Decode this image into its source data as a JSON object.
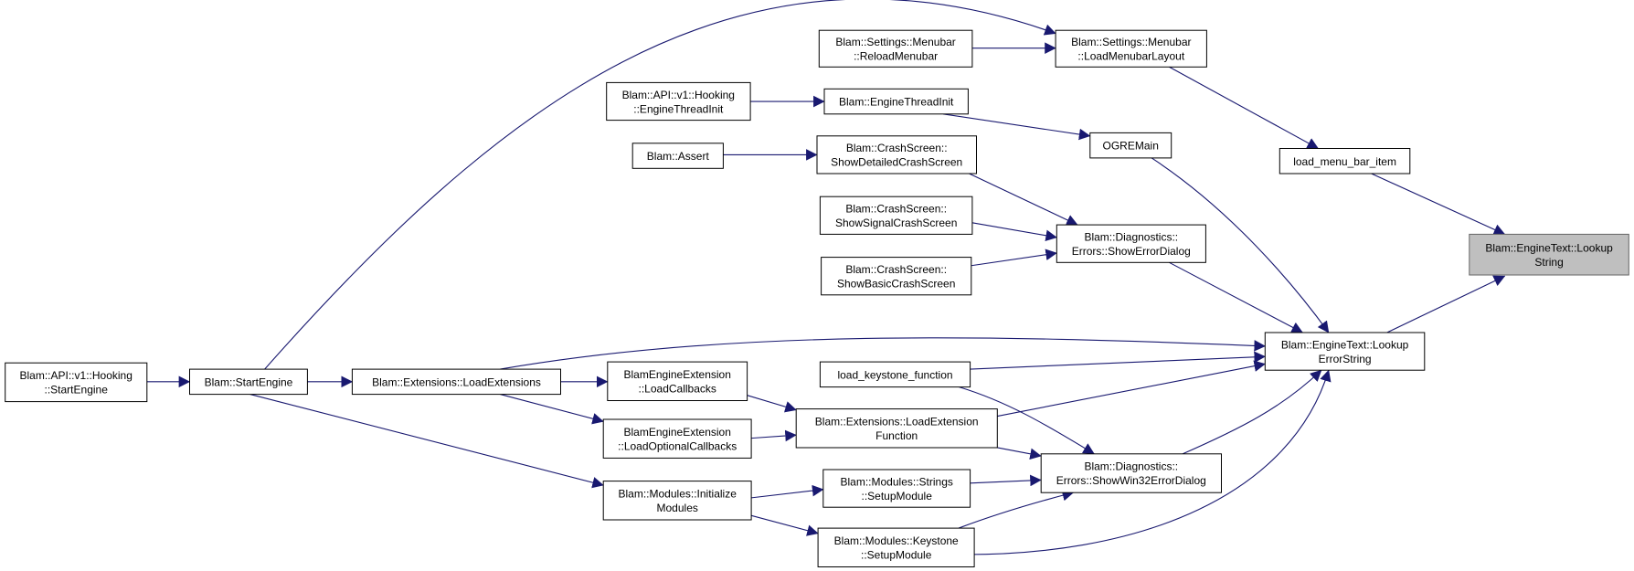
{
  "graph": {
    "title": "",
    "nodes": [
      {
        "id": "n_root",
        "lines": [
          "Blam::EngineText::Lookup",
          "String"
        ],
        "highlighted": true
      },
      {
        "id": "n_lookup_error",
        "lines": [
          "Blam::EngineText::Lookup",
          "ErrorString"
        ]
      },
      {
        "id": "n_load_menu_item",
        "lines": [
          "load_menu_bar_item"
        ]
      },
      {
        "id": "n_load_menubar_layout",
        "lines": [
          "Blam::Settings::Menubar",
          "::LoadMenubarLayout"
        ]
      },
      {
        "id": "n_reload_menubar",
        "lines": [
          "Blam::Settings::Menubar",
          "::ReloadMenubar"
        ]
      },
      {
        "id": "n_ogremain",
        "lines": [
          "OGREMain"
        ]
      },
      {
        "id": "n_engine_thread_init",
        "lines": [
          "Blam::EngineThreadInit"
        ]
      },
      {
        "id": "n_api_hook_thread",
        "lines": [
          "Blam::API::v1::Hooking",
          "::EngineThreadInit"
        ]
      },
      {
        "id": "n_show_detailed",
        "lines": [
          "Blam::CrashScreen::",
          "ShowDetailedCrashScreen"
        ]
      },
      {
        "id": "n_assert",
        "lines": [
          "Blam::Assert"
        ]
      },
      {
        "id": "n_show_signal",
        "lines": [
          "Blam::CrashScreen::",
          "ShowSignalCrashScreen"
        ]
      },
      {
        "id": "n_show_error_dialog",
        "lines": [
          "Blam::Diagnostics::",
          "Errors::ShowErrorDialog"
        ]
      },
      {
        "id": "n_show_basic",
        "lines": [
          "Blam::CrashScreen::",
          "ShowBasicCrashScreen"
        ]
      },
      {
        "id": "n_load_extensions",
        "lines": [
          "Blam::Extensions::LoadExtensions"
        ]
      },
      {
        "id": "n_start_engine",
        "lines": [
          "Blam::StartEngine"
        ]
      },
      {
        "id": "n_api_hook_start",
        "lines": [
          "Blam::API::v1::Hooking",
          "::StartEngine"
        ]
      },
      {
        "id": "n_load_keystone",
        "lines": [
          "load_keystone_function"
        ]
      },
      {
        "id": "n_load_callbacks",
        "lines": [
          "BlamEngineExtension",
          "::LoadCallbacks"
        ]
      },
      {
        "id": "n_load_ext_function",
        "lines": [
          "Blam::Extensions::LoadExtension",
          "Function"
        ]
      },
      {
        "id": "n_load_optional",
        "lines": [
          "BlamEngineExtension",
          "::LoadOptionalCallbacks"
        ]
      },
      {
        "id": "n_show_win32",
        "lines": [
          "Blam::Diagnostics::",
          "Errors::ShowWin32ErrorDialog"
        ]
      },
      {
        "id": "n_strings_setup",
        "lines": [
          "Blam::Modules::Strings",
          "::SetupModule"
        ]
      },
      {
        "id": "n_init_modules",
        "lines": [
          "Blam::Modules::Initialize",
          "Modules"
        ]
      },
      {
        "id": "n_keystone_setup",
        "lines": [
          "Blam::Modules::Keystone",
          "::SetupModule"
        ]
      }
    ],
    "edges": [
      {
        "from": "n_lookup_error",
        "to": "n_root"
      },
      {
        "from": "n_load_menu_item",
        "to": "n_root"
      },
      {
        "from": "n_load_menubar_layout",
        "to": "n_load_menu_item"
      },
      {
        "from": "n_reload_menubar",
        "to": "n_load_menubar_layout"
      },
      {
        "from": "n_start_engine",
        "to": "n_load_menubar_layout"
      },
      {
        "from": "n_ogremain",
        "to": "n_lookup_error"
      },
      {
        "from": "n_engine_thread_init",
        "to": "n_ogremain"
      },
      {
        "from": "n_api_hook_thread",
        "to": "n_engine_thread_init"
      },
      {
        "from": "n_assert",
        "to": "n_show_detailed"
      },
      {
        "from": "n_show_detailed",
        "to": "n_show_error_dialog"
      },
      {
        "from": "n_show_signal",
        "to": "n_show_error_dialog"
      },
      {
        "from": "n_show_basic",
        "to": "n_show_error_dialog"
      },
      {
        "from": "n_show_error_dialog",
        "to": "n_lookup_error"
      },
      {
        "from": "n_load_extensions",
        "to": "n_lookup_error"
      },
      {
        "from": "n_load_keystone",
        "to": "n_lookup_error"
      },
      {
        "from": "n_load_ext_function",
        "to": "n_lookup_error"
      },
      {
        "from": "n_show_win32",
        "to": "n_lookup_error"
      },
      {
        "from": "n_keystone_setup",
        "to": "n_lookup_error"
      },
      {
        "from": "n_api_hook_start",
        "to": "n_start_engine"
      },
      {
        "from": "n_start_engine",
        "to": "n_load_extensions"
      },
      {
        "from": "n_start_engine",
        "to": "n_init_modules"
      },
      {
        "from": "n_load_extensions",
        "to": "n_load_callbacks"
      },
      {
        "from": "n_load_extensions",
        "to": "n_load_optional"
      },
      {
        "from": "n_load_callbacks",
        "to": "n_load_ext_function"
      },
      {
        "from": "n_load_optional",
        "to": "n_load_ext_function"
      },
      {
        "from": "n_load_ext_function",
        "to": "n_show_win32"
      },
      {
        "from": "n_load_keystone",
        "to": "n_show_win32"
      },
      {
        "from": "n_strings_setup",
        "to": "n_show_win32"
      },
      {
        "from": "n_keystone_setup",
        "to": "n_show_win32"
      },
      {
        "from": "n_init_modules",
        "to": "n_strings_setup"
      },
      {
        "from": "n_init_modules",
        "to": "n_keystone_setup"
      }
    ],
    "colors": {
      "edge": "#191970",
      "node_border": "#000000",
      "node_fill": "#ffffff",
      "highlight_fill": "#bfbfbf",
      "highlight_border": "#666666"
    }
  }
}
